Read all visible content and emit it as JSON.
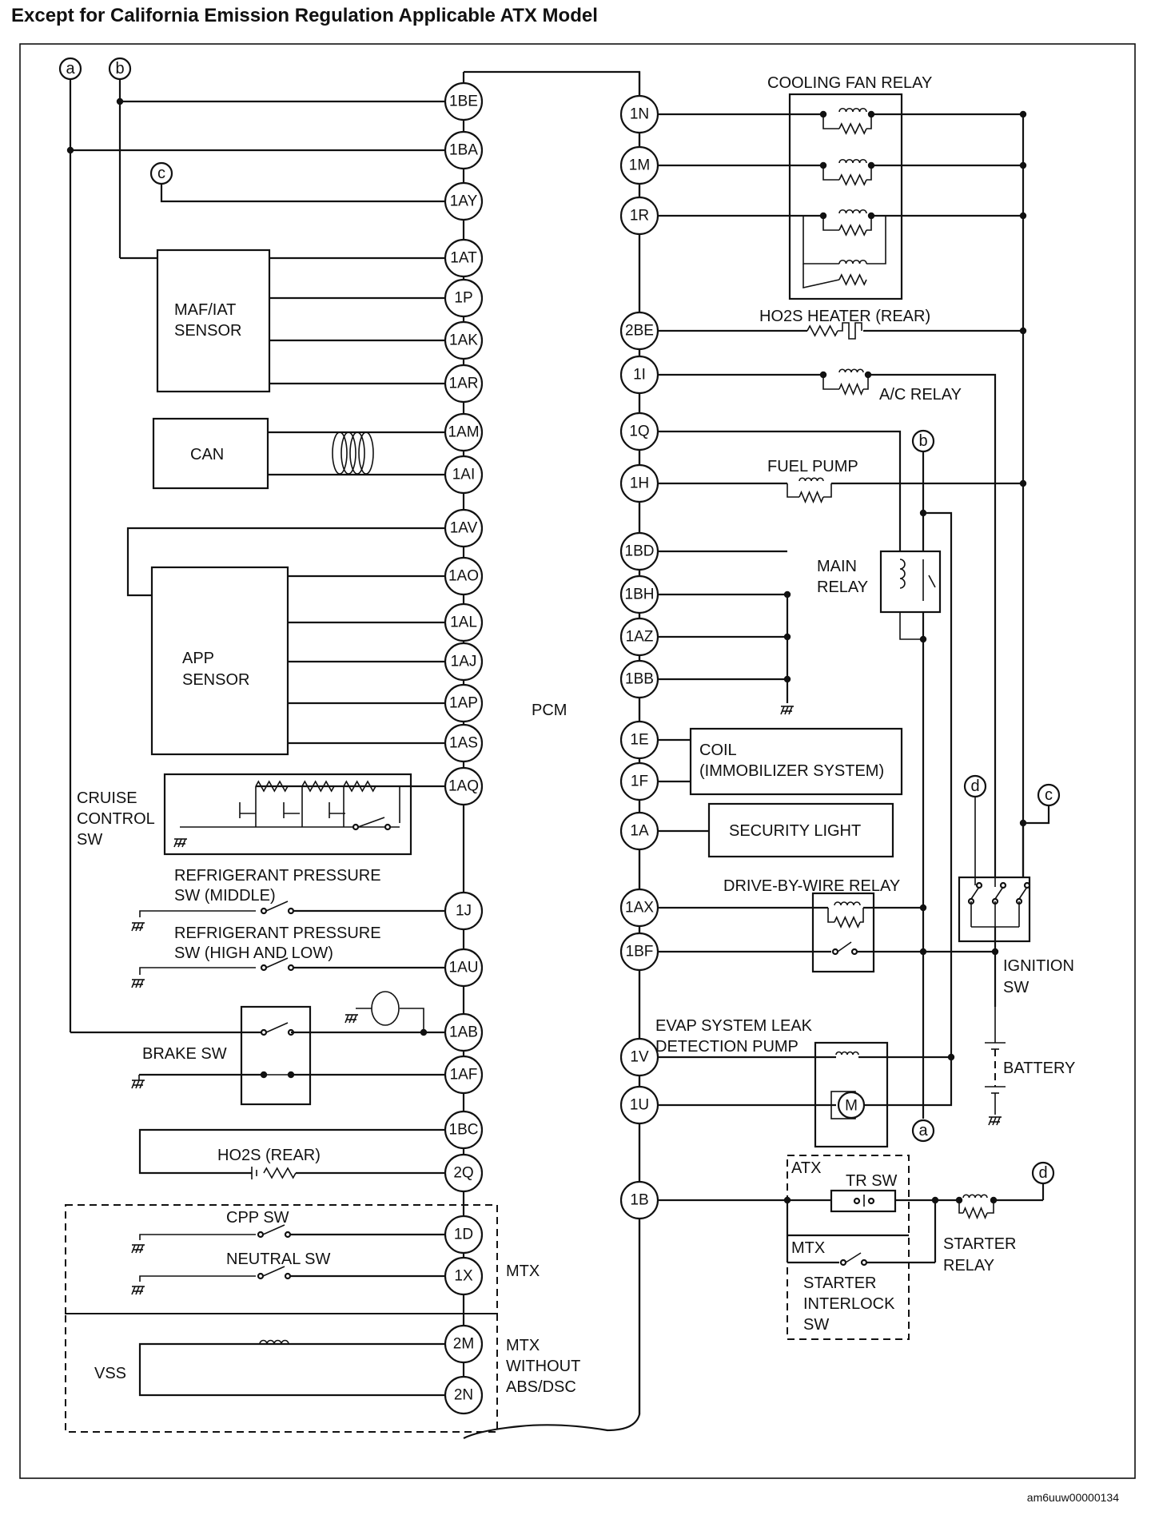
{
  "title": "Except for California Emission Regulation Applicable ATX Model",
  "figure_code": "am6uuw00000134",
  "pcm_label": "PCM",
  "left_pins": [
    "1BE",
    "1BA",
    "1AY",
    "1AT",
    "1P",
    "1AK",
    "1AR",
    "1AM",
    "1AI",
    "1AV",
    "1AO",
    "1AL",
    "1AJ",
    "1AP",
    "1AS",
    "1AQ",
    "1J",
    "1AU",
    "1AB",
    "1AF",
    "1BC",
    "2Q",
    "1D",
    "1X",
    "2M",
    "2N"
  ],
  "right_pins": [
    "1N",
    "1M",
    "1R",
    "2BE",
    "1I",
    "1Q",
    "1H",
    "1BD",
    "1BH",
    "1AZ",
    "1BB",
    "1E",
    "1F",
    "1A",
    "1AX",
    "1BF",
    "1V",
    "1U",
    "1B"
  ],
  "connectors": {
    "a": "a",
    "b": "b",
    "c": "c",
    "d": "d"
  },
  "components": {
    "maf_iat": [
      "MAF/IAT",
      "SENSOR"
    ],
    "can": "CAN",
    "app": [
      "APP",
      "SENSOR"
    ],
    "cruise": [
      "CRUISE",
      "CONTROL",
      "SW"
    ],
    "ref_mid": [
      "REFRIGERANT PRESSURE",
      "SW (MIDDLE)"
    ],
    "ref_hl": [
      "REFRIGERANT PRESSURE",
      "SW (HIGH AND LOW)"
    ],
    "brake": "BRAKE SW",
    "ho2s_rear_left": "HO2S (REAR)",
    "cpp": "CPP SW",
    "neutral": "NEUTRAL SW",
    "mtx": "MTX",
    "mtx_abs": [
      "MTX",
      "WITHOUT",
      "ABS/DSC"
    ],
    "vss": "VSS",
    "cooling_fan_relay": "COOLING FAN RELAY",
    "ho2s_heater": "HO2S HEATER (REAR)",
    "ac_relay": "A/C RELAY",
    "fuel_pump": "FUEL PUMP",
    "main_relay": [
      "MAIN",
      "RELAY"
    ],
    "coil": [
      "COIL",
      "(IMMOBILIZER SYSTEM)"
    ],
    "security_light": "SECURITY LIGHT",
    "dbw_relay": "DRIVE-BY-WIRE RELAY",
    "ignition": [
      "IGNITION",
      "SW"
    ],
    "evap": [
      "EVAP SYSTEM LEAK",
      "DETECTION PUMP"
    ],
    "motor": "M",
    "battery": "BATTERY",
    "atx": "ATX",
    "tr_sw": "TR SW",
    "mtx_sw": "MTX",
    "starter_interlock": [
      "STARTER",
      "INTERLOCK",
      "SW"
    ],
    "starter_relay": [
      "STARTER",
      "RELAY"
    ]
  }
}
